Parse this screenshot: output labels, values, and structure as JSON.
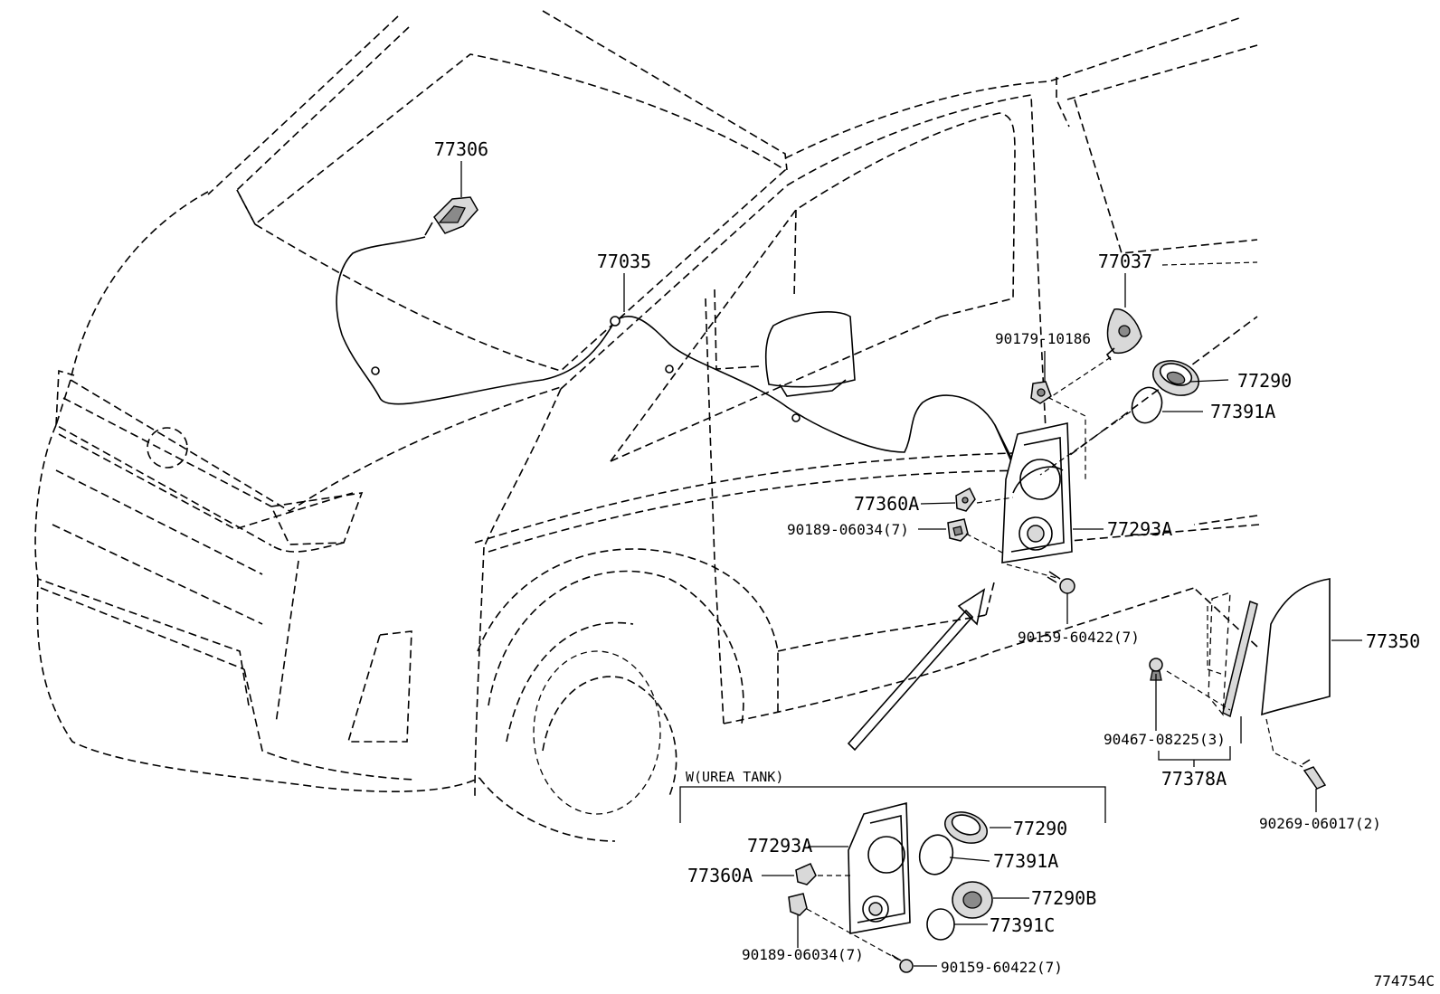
{
  "labels": {
    "p77306": "77306",
    "p77035": "77035",
    "p77037": "77037",
    "p90179": "90179-10186",
    "p77290": "77290",
    "p77391a": "77391A",
    "p77360a": "77360A",
    "p90189": "90189-06034(7)",
    "p77293a": "77293A",
    "p90159": "90159-60422(7)",
    "p77350": "77350",
    "p90467": "90467-08225(3)",
    "p77378a": "77378A",
    "p90269": "90269-06017(2)"
  },
  "inset": {
    "title": "W(UREA TANK)",
    "p77293a": "77293A",
    "p77360a": "77360A",
    "p90189": "90189-06034(7)",
    "p77290": "77290",
    "p77391a": "77391A",
    "p77290b": "77290B",
    "p77391c": "77391C",
    "p90159": "90159-60422(7)"
  },
  "diagram_id": "774754C"
}
